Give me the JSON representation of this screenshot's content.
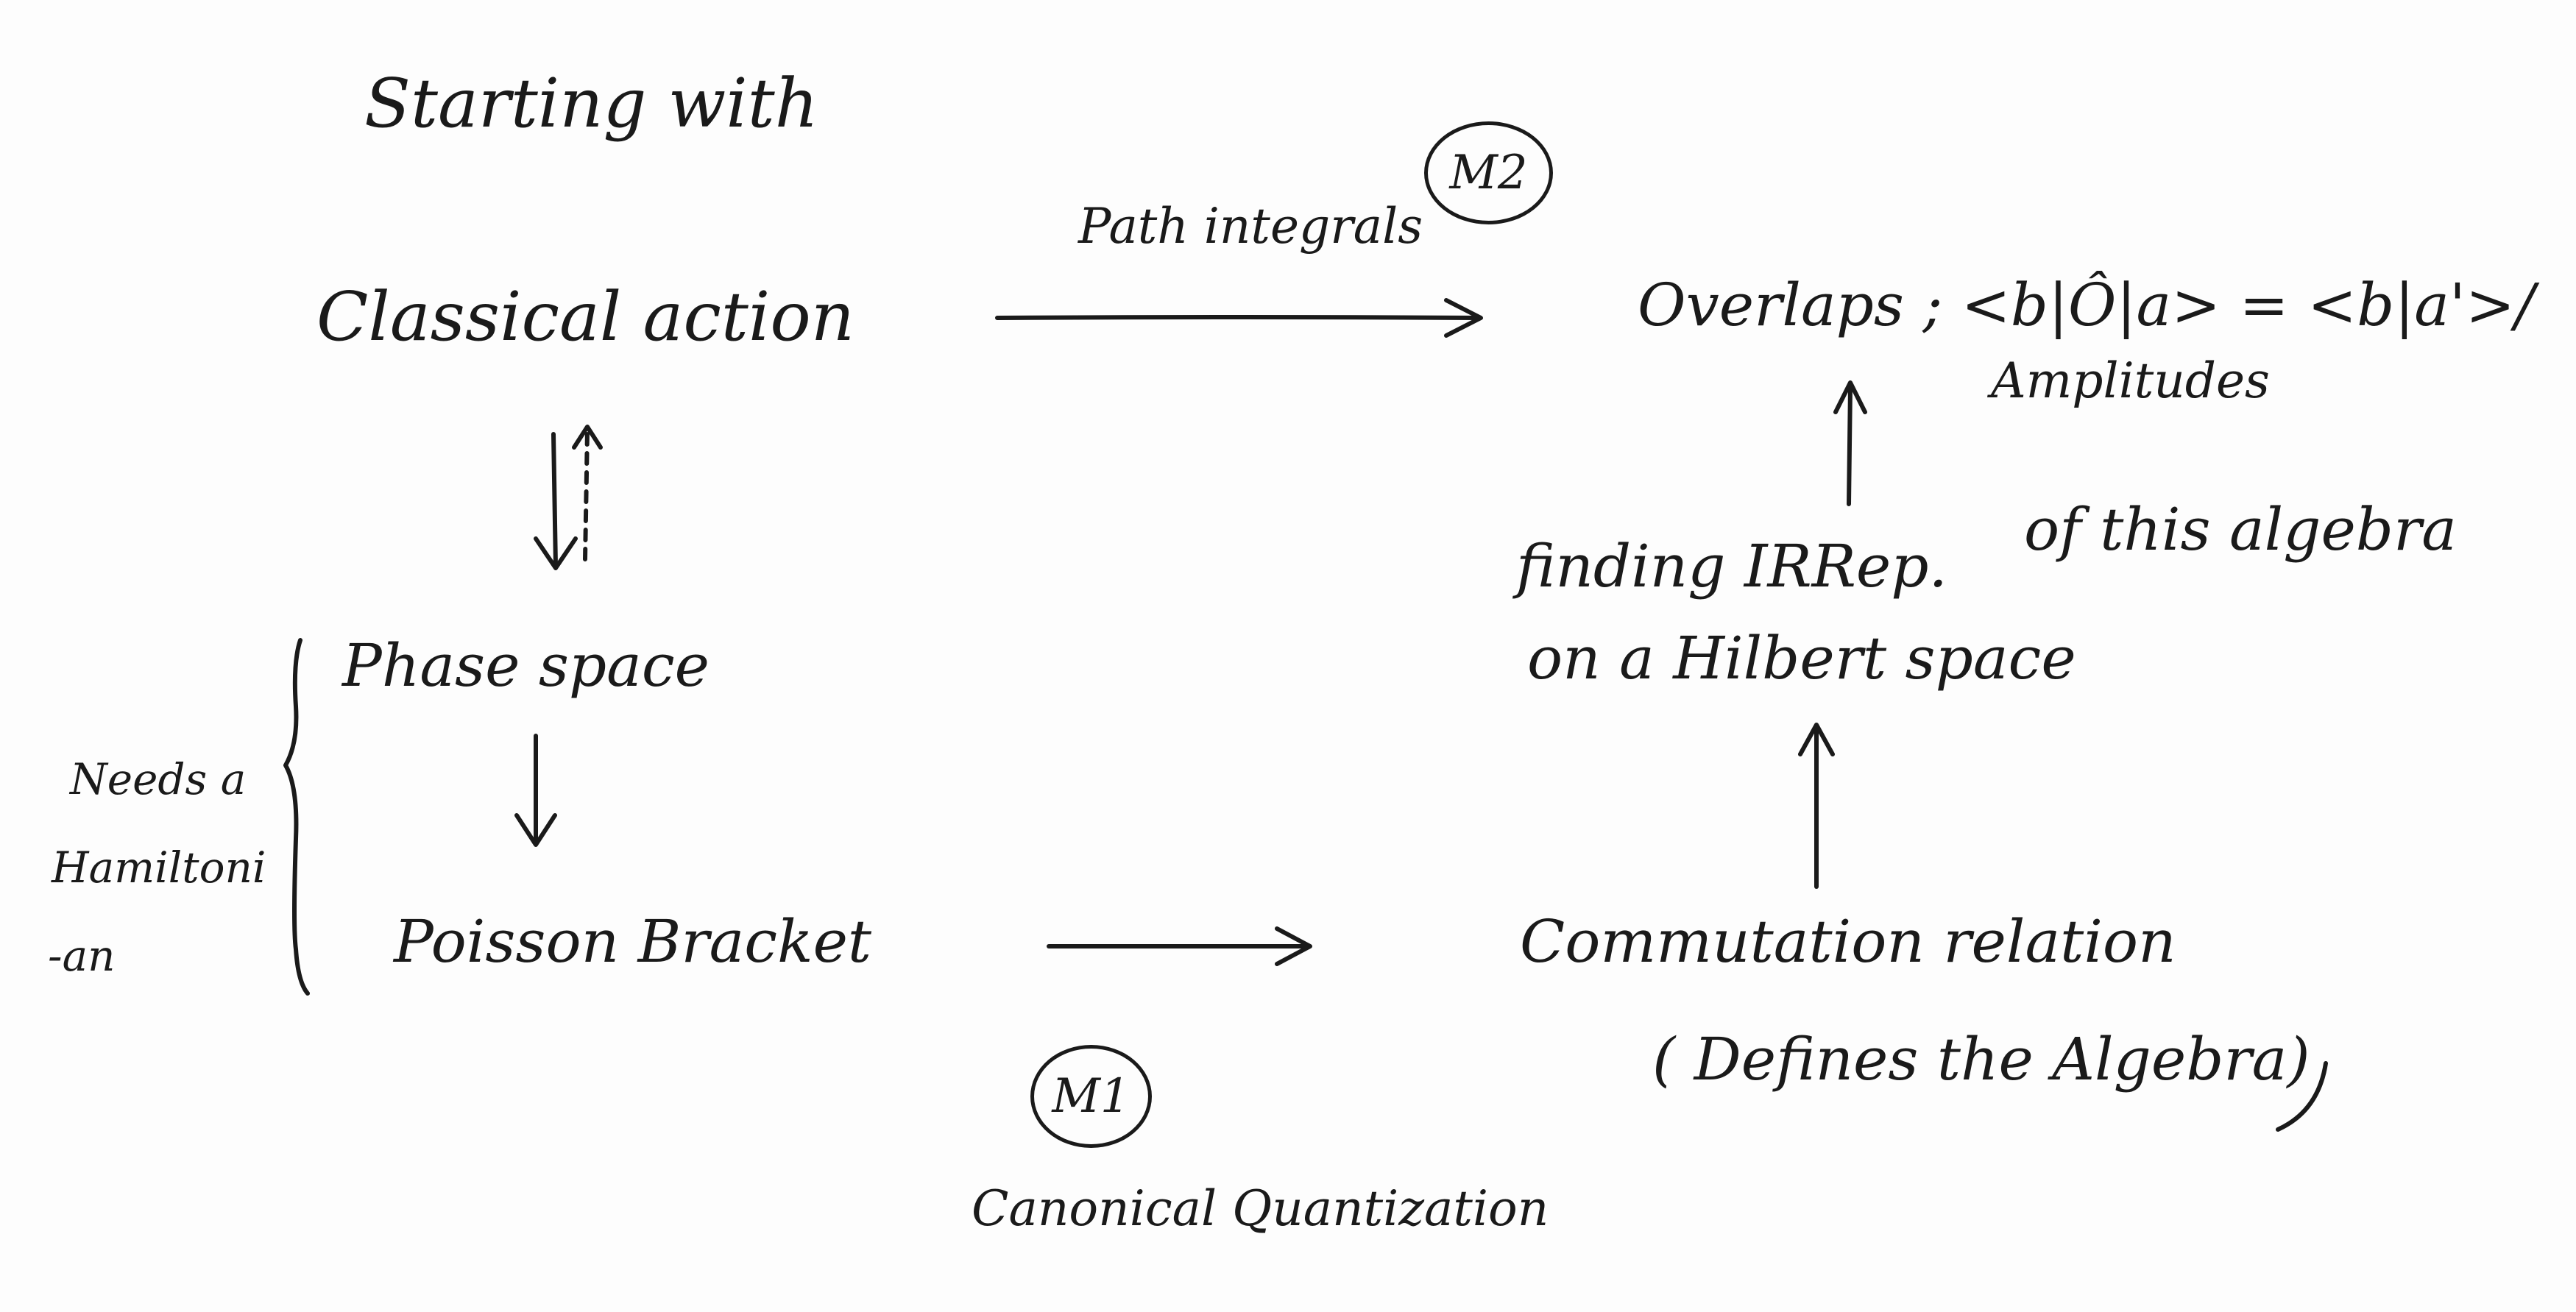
{
  "nodes": {
    "starting": "Starting with",
    "classical_action": "Classical action",
    "phase_space": "Phase space",
    "poisson_bracket": "Poisson Bracket",
    "needs_line1": "Needs a",
    "needs_line2": "Hamiltoni",
    "needs_line3": "-an",
    "overlaps": "Overlaps ; <b|Ô|a> = <b|a'>/",
    "amplitudes": "Amplitudes",
    "finding_line1": "finding IRRep.",
    "of_this_algebra": "of this algebra",
    "finding_line2": "on a Hilbert space",
    "commutation": "Commutation relation",
    "defines": "( Defines the Algebra)"
  },
  "edges": {
    "path_integrals": "Path integrals",
    "canonical_quantization": "Canonical Quantization"
  },
  "markers": {
    "m1": "M1",
    "m2": "M2"
  }
}
